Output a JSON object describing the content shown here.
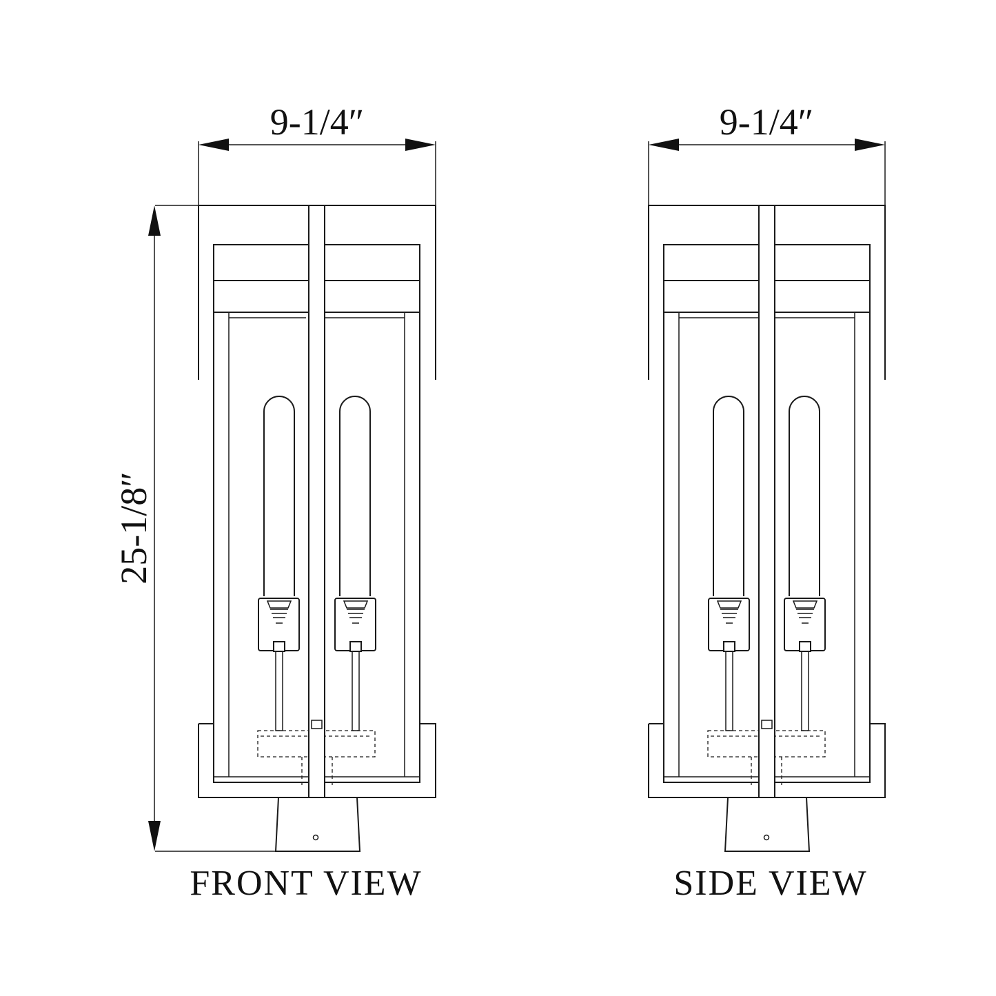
{
  "views": [
    {
      "id": "front",
      "label": "FRONT VIEW",
      "width_dim": "9-1/4″",
      "height_dim": "25-1/8″"
    },
    {
      "id": "side",
      "label": "SIDE VIEW",
      "width_dim": "9-1/4″"
    }
  ]
}
